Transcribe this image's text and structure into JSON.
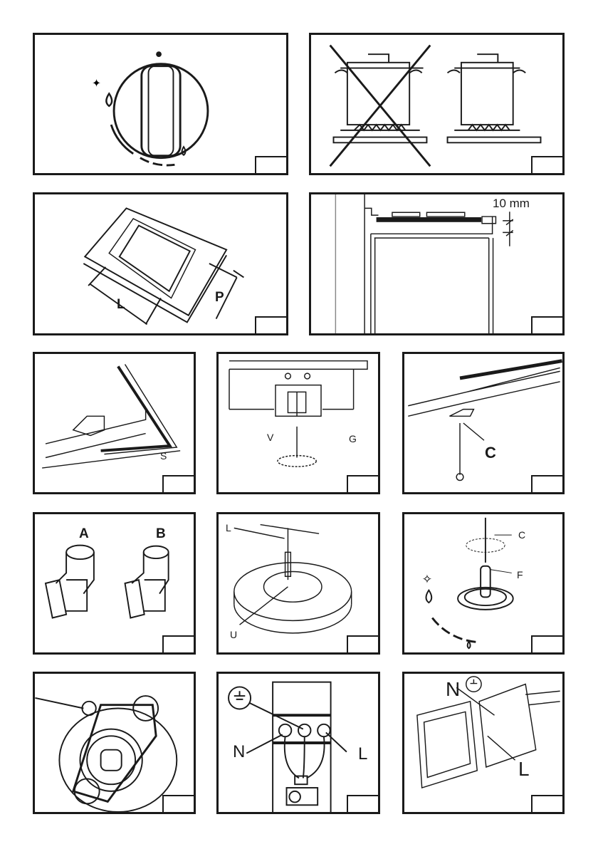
{
  "fig_cooktop_clearance": {
    "dimension": "10 mm"
  },
  "fig_cutout": {
    "length_label": "L",
    "depth_label": "P"
  },
  "fig_seal": {
    "seal_label": "S"
  },
  "fig_bracket": {
    "screw_label": "V",
    "bracket_label": "G"
  },
  "fig_clamp": {
    "clamp_label": "C"
  },
  "fig_elbows": {
    "elbow_a_label": "A",
    "elbow_b_label": "B"
  },
  "fig_burner_nozzle": {
    "key_label": "L",
    "nozzle_label": "U"
  },
  "fig_tap_adjust": {
    "screwdriver_label": "C",
    "flame_screw_label": "F"
  },
  "fig_terminal_block": {
    "neutral_label": "N",
    "live_label": "L"
  },
  "fig_terminal_box": {
    "neutral_label": "N",
    "live_label": "L"
  }
}
